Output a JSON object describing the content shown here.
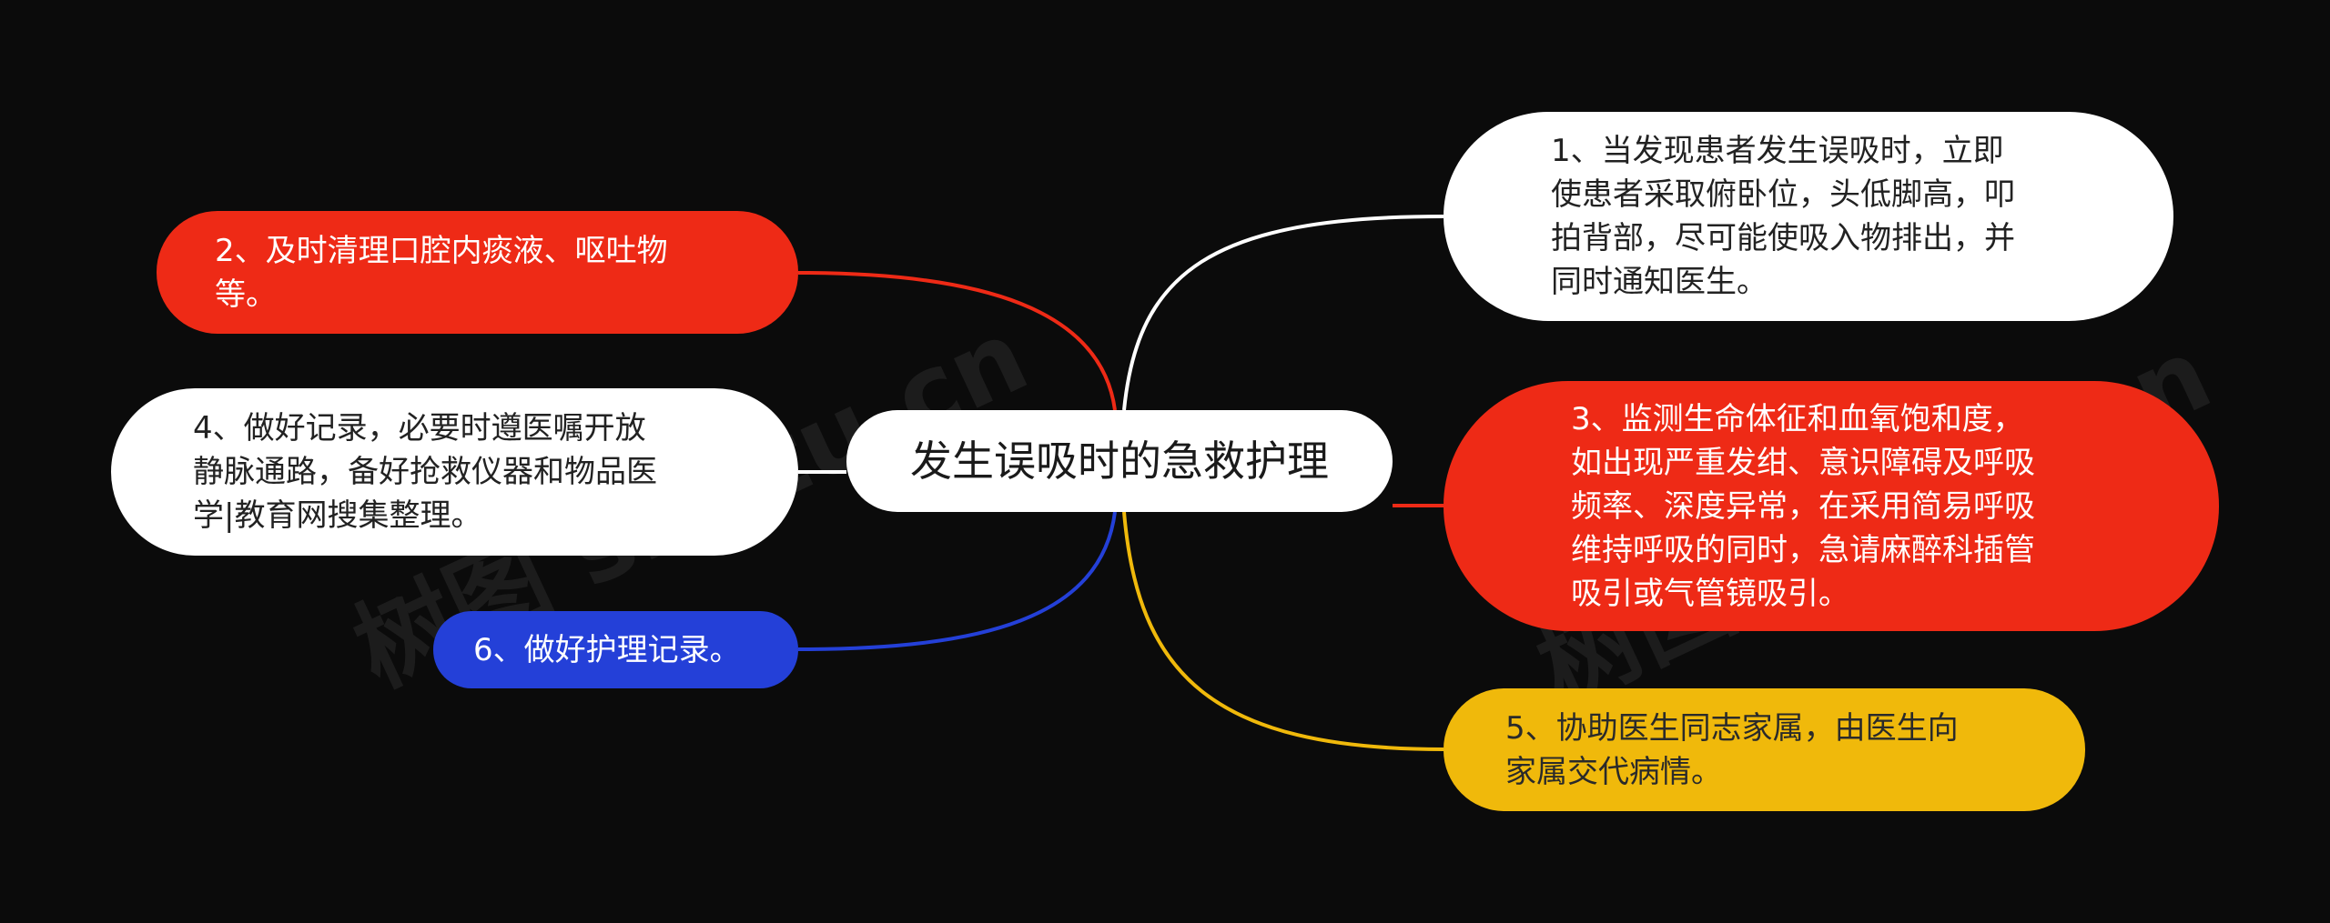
{
  "mindmap": {
    "center": {
      "label": "发生误吸时的急救护理"
    },
    "branches": [
      {
        "id": "n1",
        "color": "#ffffff",
        "lines": [
          "1、当发现患者发生误吸时，立即",
          "使患者采取俯卧位，头低脚高，叩",
          "拍背部，尽可能使吸入物排出，并",
          "同时通知医生。"
        ]
      },
      {
        "id": "n2",
        "color": "#ee2a16",
        "lines": [
          "2、及时清理口腔内痰液、呕吐物",
          "等。"
        ]
      },
      {
        "id": "n3",
        "color": "#ee2a16",
        "lines": [
          "3、监测生命体征和血氧饱和度，",
          "如出现严重发绀、意识障碍及呼吸",
          "频率、深度异常，在采用简易呼吸",
          "维持呼吸的同时，急请麻醉科插管",
          "吸引或气管镜吸引。"
        ]
      },
      {
        "id": "n4",
        "color": "#ffffff",
        "lines": [
          "4、做好记录，必要时遵医嘱开放",
          "静脉通路，备好抢救仪器和物品医",
          "学|教育网搜集整理。"
        ]
      },
      {
        "id": "n5",
        "color": "#f0b90b",
        "lines": [
          "5、协助医生同志家属，由医生向",
          "家属交代病情。"
        ]
      },
      {
        "id": "n6",
        "color": "#2440d8",
        "lines": [
          "6、做好护理记录。"
        ]
      }
    ]
  },
  "watermarks": [
    "树图 shutu.cn",
    "树图 shutu.cn"
  ]
}
